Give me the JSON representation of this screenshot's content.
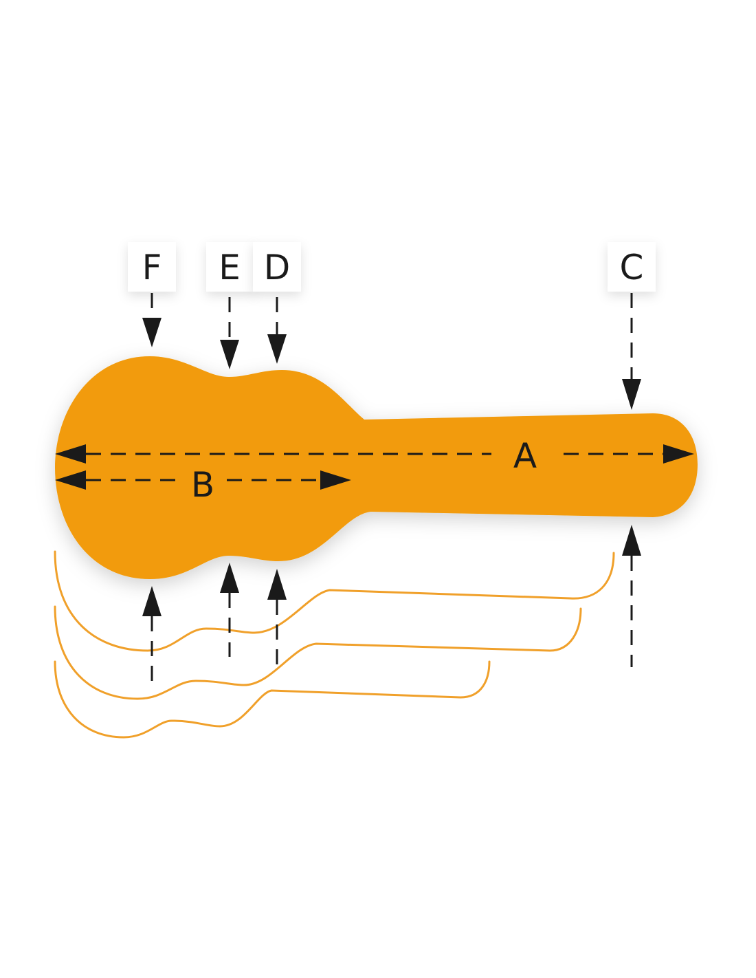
{
  "colors": {
    "case_fill": "#f29b0a",
    "outline_stroke": "#f0a02a",
    "arrow": "#1a1a1a"
  },
  "labels": {
    "A": "A",
    "B": "B",
    "C": "C",
    "D": "D",
    "E": "E",
    "F": "F"
  }
}
